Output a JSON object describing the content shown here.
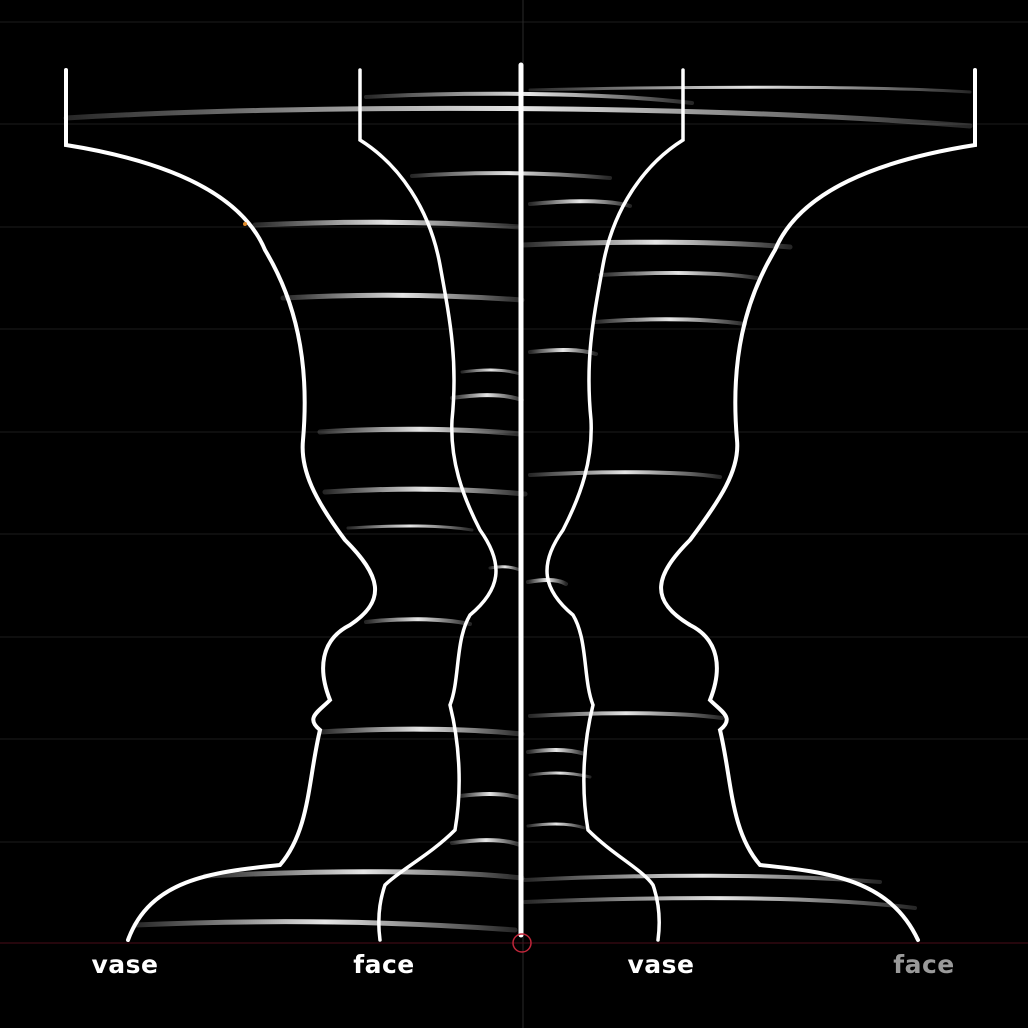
{
  "labels": {
    "vase_1": "vase",
    "face_1": "face",
    "vase_2": "vase",
    "face_2": "face"
  },
  "colors": {
    "background": "#000000",
    "stroke": "#ffffff",
    "dim_label": "#9a9a9a",
    "grid": "#1c1c1c",
    "baseline": "#4a0d18",
    "marker": "#c0263a"
  }
}
